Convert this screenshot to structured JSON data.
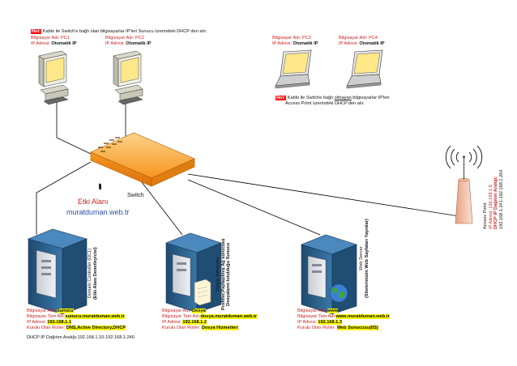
{
  "top_note": {
    "key": "Not:",
    "text": " Kablo ile Switch'e bağlı olan bilgisayarlar IP'leri Sunucu üzerindeki DHCP den alır."
  },
  "pcs": [
    {
      "name_label": "Bilgisayar Adı:",
      "name": "PC1",
      "ip_label": "IP Adresi:",
      "ip": "Otomatik IP"
    },
    {
      "name_label": "Bilgisayar Adı:",
      "name": "PC2",
      "ip_label": "IP Adresi:",
      "ip": "Otomatik IP"
    },
    {
      "name_label": "Bilgisayar Adı:",
      "name": "PC3",
      "ip_label": "IP Adresi:",
      "ip": "Otomatik IP"
    },
    {
      "name_label": "Bilgisayar Adı:",
      "name": "PC4",
      "ip_label": "IP Adresi:",
      "ip": "Otomatik IP"
    }
  ],
  "wireless_note": {
    "key": "Not:",
    "line1_a": " Kablo ile Switche bağlı ",
    "line1_ul": "olmayan",
    "line1_b": " bilgisayarlar IP'leri",
    "line2": "Access Point üzerindeki DHCP'den alır."
  },
  "switch_label": "Switch",
  "domain": {
    "title": "Etki Alanı",
    "subtitle": "muratduman.web.tr"
  },
  "access_point": {
    "line1": "Access Point",
    "line2": "IP Adresi: 192.168.1.6",
    "line3": "DHCP IP Dağıtım Aralığı:",
    "line4": "192.168.1.241-192.168.1.254"
  },
  "servers": [
    {
      "vertical_label": [
        "Domain Controller (DC1)",
        "(Etki Alanı Denetleyicisi)"
      ],
      "name_label": "Bilgisayar Adı:",
      "name": "Sunucu",
      "full_label": "Bilgisayar Tam Adı:",
      "full": "sunucu.muratduman.web.tr",
      "ip_label": "IP Adresi:",
      "ip": "192.168.1.1",
      "role_label": "Kurulu Olan Roller:",
      "role": "DNS,Active Directory,DHCP"
    },
    {
      "vertical_label": [
        "Dosya Sunucusu",
        "Profiller,Paylaşılmış Ağ sürücüsü",
        "Dosyaların tutulduğu Sunucu"
      ],
      "name_label": "Bilgisayar Adı:",
      "name": "Dosya",
      "full_label": "Bilgisayar Tam Adı:",
      "full": "dosya.muratduman.web.tr",
      "ip_label": "IP Adresi:",
      "ip": "192.168.1.2",
      "role_label": "Kurulu Olan Roller:",
      "role": "Dosya Hizmetleri"
    },
    {
      "vertical_label": [
        "Web Server",
        "(Sitelerimizin Web Sayfaları Yayınlar)"
      ],
      "name_label": "Bilgisayar Adı:",
      "name": "www",
      "full_label": "Bilgisayar Tam Adı:",
      "full": "www.muratduman.web.tr",
      "ip_label": "IP Adresi:",
      "ip": "192.168.1.3",
      "role_label": "Kurulu Olan Roller:",
      "role": "Web Sunucusu(IIS)"
    }
  ],
  "dhcp_range": "DHCP IP Dağıtım Aralığı:192.168.1.10-192.168.1.240",
  "colors": {
    "label_red": "#cc2222",
    "highlight": "#ffff00",
    "switch_orange": "#f7941d",
    "server_blue": "#2c5f8a"
  }
}
